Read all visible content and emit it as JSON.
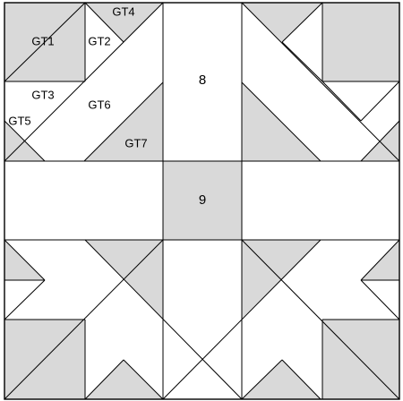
{
  "labels": {
    "gt1": "GT1",
    "gt2": "GT2",
    "gt3": "GT3",
    "gt4": "GT4",
    "gt5": "GT5",
    "gt6": "GT6",
    "gt7": "GT7",
    "piece8": "8",
    "piece9": "9"
  },
  "colors": {
    "shaded": "#d9d9d9",
    "background": "#ffffff",
    "line": "#000000"
  }
}
